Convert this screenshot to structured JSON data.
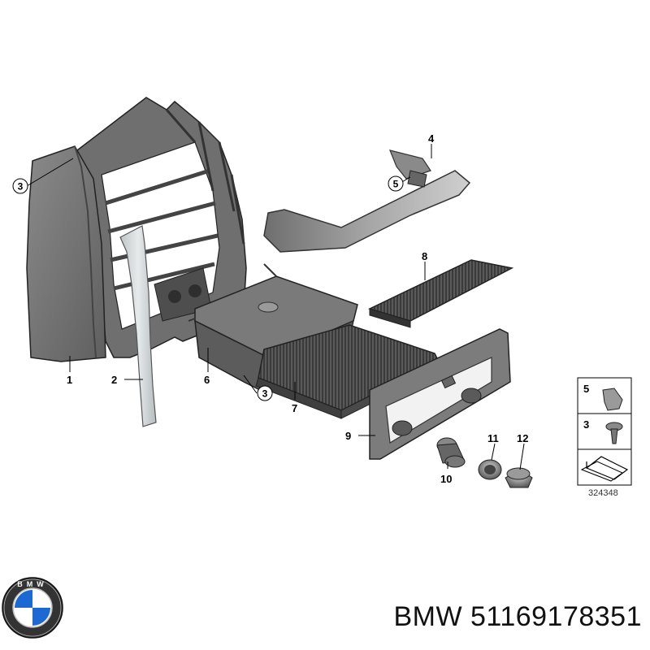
{
  "diagram": {
    "part_labels": {
      "p1": "1",
      "p2": "2",
      "p4": "4",
      "p6": "6",
      "p7": "7",
      "p8": "8",
      "p9": "9",
      "p10": "10",
      "p11": "11",
      "p12": "12"
    },
    "circled_labels": {
      "c3a": "3",
      "c3b": "3",
      "c5": "5"
    },
    "legend": {
      "item5": "5",
      "item3": "3",
      "ref_number": "324348"
    }
  },
  "footer": {
    "brand_logo_text": "BMW",
    "part_number": "BMW 51169178351"
  }
}
